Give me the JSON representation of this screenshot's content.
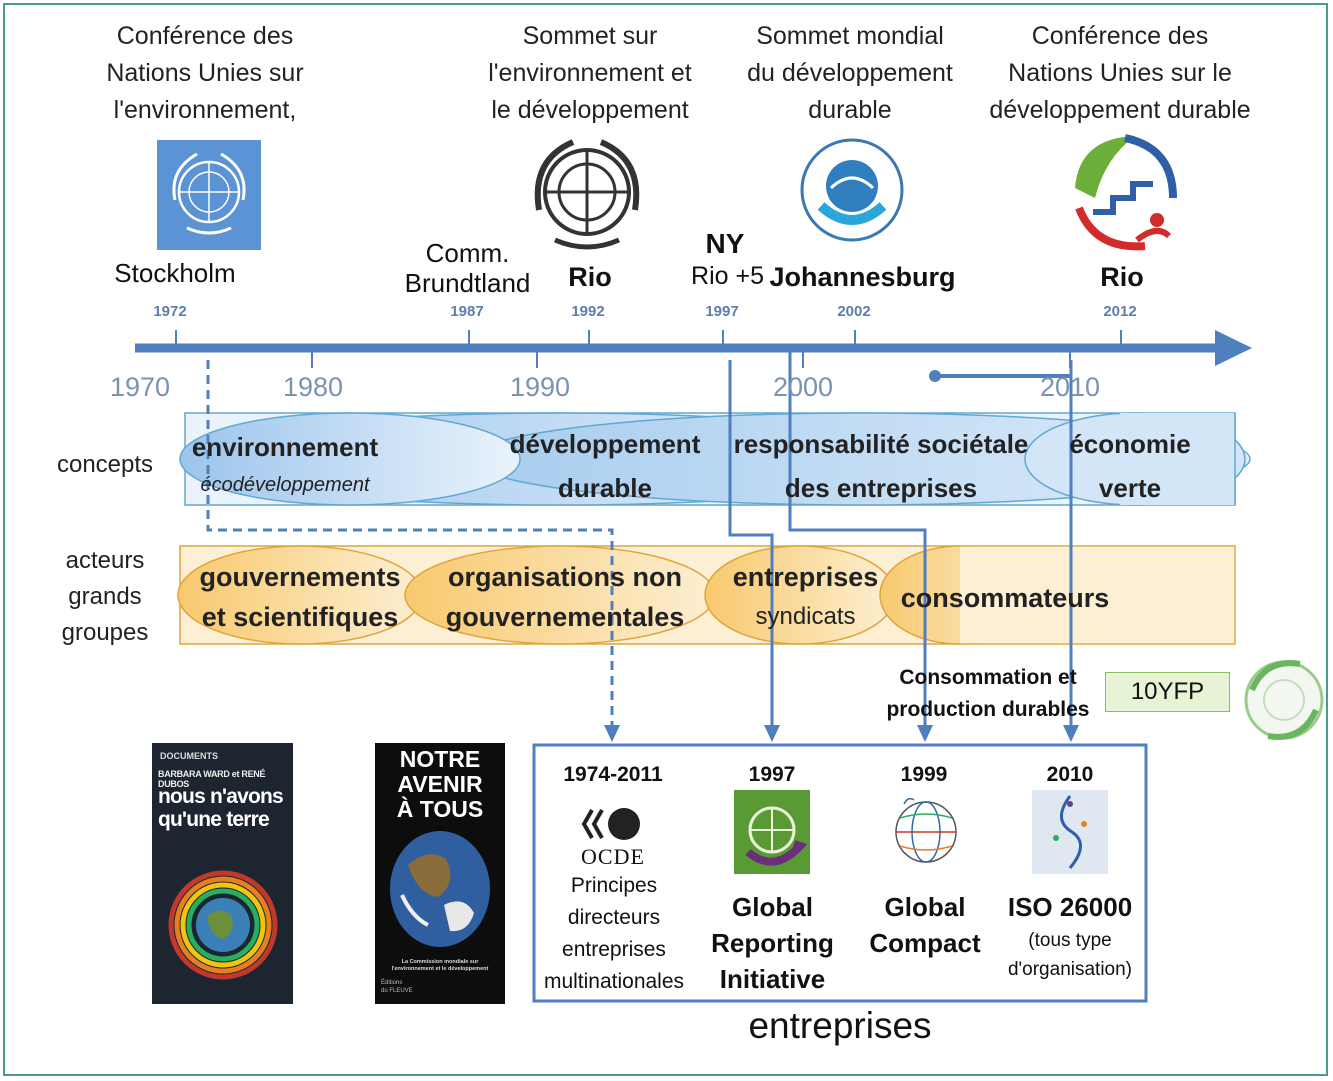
{
  "conferences": [
    {
      "title": "Conférence des Nations Unies sur l'environnement,",
      "place": "Stockholm",
      "year": "1972"
    },
    {
      "title": "Sommet sur l'environnement et le développement",
      "place": "Rio",
      "year": "1992"
    },
    {
      "title": "Sommet mondial du développement durable",
      "place": "Johannesburg",
      "year": "2002"
    },
    {
      "title": "Conférence des Nations Unies sur le développement durable",
      "place": "Rio",
      "year": "2012"
    }
  ],
  "title_lines": {
    "c0": [
      "Conférence des",
      "Nations Unies sur",
      "l'environnement,"
    ],
    "c1": [
      "Sommet sur",
      "l'environnement et",
      "le développement"
    ],
    "c2": [
      "Sommet mondial",
      "du développement",
      "durable"
    ],
    "c3": [
      "Conférence des",
      "Nations Unies sur le",
      "développement durable"
    ]
  },
  "events": {
    "brundtland": {
      "label_1": "Comm.",
      "label_2": "Brundtland",
      "year": "1987"
    },
    "ny": {
      "ny": "NY",
      "label": "Rio +5",
      "year": "1997"
    }
  },
  "decades": [
    "1970",
    "1980",
    "1990",
    "2000",
    "2010"
  ],
  "row_labels": {
    "concepts": "concepts",
    "actors": [
      "acteurs",
      "grands",
      "groupes"
    ]
  },
  "concepts": [
    {
      "line1": "environnement",
      "line2": "écodéveloppement"
    },
    {
      "line1": "développement",
      "line2": "durable"
    },
    {
      "line1": "responsabilité sociétale",
      "line2": "des entreprises"
    },
    {
      "line1": "économie",
      "line2": "verte"
    }
  ],
  "actors": [
    {
      "line1": "gouvernements",
      "line2": "et scientifiques"
    },
    {
      "line1": "organisations non",
      "line2": "gouvernementales"
    },
    {
      "line1": "entreprises",
      "line2": "syndicats"
    },
    {
      "line1": "consommateurs"
    }
  ],
  "scp": {
    "line1": "Consommation et",
    "line2": "production durables",
    "badge": "10YFP"
  },
  "books": [
    {
      "publisher": "DOCUMENTS",
      "authors": "BARBARA WARD et RENÉ DUBOS",
      "title_1": "nous n'avons",
      "title_2": "qu'une terre"
    },
    {
      "title_1": "NOTRE",
      "title_2": "AVENIR",
      "title_3": "À TOUS",
      "caption": "La Commission mondiale sur l'environnement et le développement",
      "publisher_1": "Éditions",
      "publisher_2": "du FLEUVE"
    }
  ],
  "initiatives": [
    {
      "year": "1974-2011",
      "logo": "OCDE",
      "lines": [
        "Principes",
        "directeurs",
        "entreprises",
        "multinationales"
      ]
    },
    {
      "year": "1997",
      "lines": [
        "Global",
        "Reporting",
        "Initiative"
      ]
    },
    {
      "year": "1999",
      "lines": [
        "Global",
        "Compact"
      ]
    },
    {
      "year": "2010",
      "lines": [
        "ISO 26000"
      ],
      "sub": [
        "(tous type",
        "d'organisation)"
      ]
    }
  ],
  "box_label": "entreprises",
  "colors": {
    "axis": "#4f7fbf",
    "concept": "#cde0f4",
    "actor": "#fbd99c",
    "ny": "#2c8a3a",
    "frame": "#4a9a8e"
  }
}
